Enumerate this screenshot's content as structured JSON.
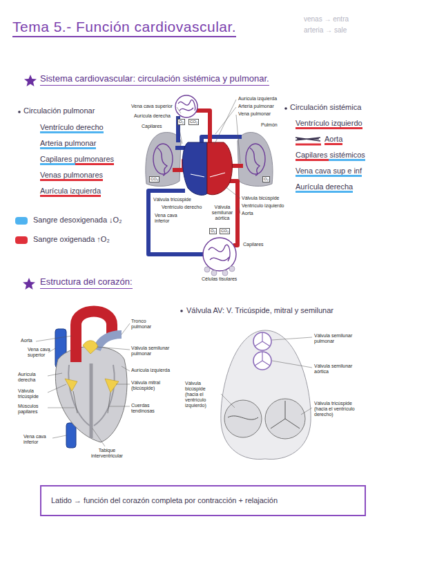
{
  "diagram": {
    "title": "Tema 5.- Función cardiovascular.",
    "nodes": [
      {
        "text": [
          "Latido → función del corazón completa por contracción + relajación"
        ]
      }
    ],
    "labels": [
      "venas → entra",
      "arteria → sale",
      "Sistema cardiovascular: circulación sistémica y pulmonar.",
      "Circulación pulmonar",
      "Ventrículo derecho",
      "Arteria pulmonar",
      "Capilares pulmonares",
      "Venas pulmonares",
      "Aurícula izquierda",
      "Circulación sistémica",
      "Ventrículo izquierdo",
      "Aorta",
      "Capilares sistémicos",
      "Vena cava sup e inf",
      "Aurícula derecha",
      "Vena cava superior",
      "Aurícula derecha",
      "Capilares",
      "Aurícula izquierda",
      "Arteria pulmonar",
      "Vena pulmonar",
      "Pulmón",
      "O₂",
      "CO₂",
      "CO₂",
      "O₂",
      "O₂",
      "CO₂",
      "Válvula tricúspide",
      "Ventrículo derecho",
      "Vena cava inferior",
      "Válvula semilunar aórtica",
      "Válvula bicúspide",
      "Ventrículo izquierdo",
      "Aorta",
      "Capilares",
      "Células tisulares",
      "Estructura del corazón:",
      "Aorta",
      "Vena cava superior",
      "Aurícula derecha",
      "Válvula tricúspide",
      "Músculos papilares",
      "Vena cava inferior",
      "Tabique interventricular",
      "Cuerdas tendinosas",
      "Válvula mitral (bicúspide)",
      "Aurícula izquierda",
      "Válvula semilunar pulmonar",
      "Tronco pulmonar",
      "Válvula AV: V. Tricúspide, mitral y semilunar",
      "Válvula semilunar pulmonar",
      "Válvula semilunar aórtica",
      "Válvula bicúspide (hacia el ventrículo izquierdo)",
      "Válvula tricúspide (hacia el ventrículo derecho)"
    ],
    "legend": [
      {
        "text": "Sangre desoxigenada ↓O₂",
        "color": "#4fb3f0"
      },
      {
        "text": "Sangre oxigenada ↑O₂",
        "color": "#e0303a"
      }
    ]
  }
}
